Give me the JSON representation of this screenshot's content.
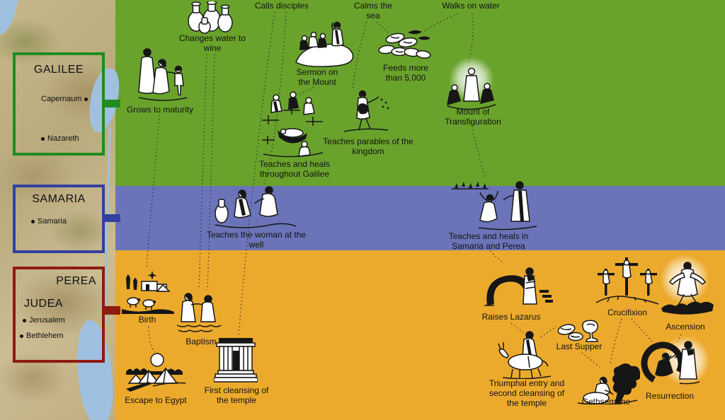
{
  "map": {
    "galilee": {
      "title": "GALILEE",
      "capernaum": "Capernaum",
      "nazareth": "Nazareth"
    },
    "samaria": {
      "title": "SAMARIA",
      "samaria_city": "Samaria"
    },
    "judea": {
      "perea": "PEREA",
      "judea": "JUDEA",
      "jerusalem": "Jerusalem",
      "bethlehem": "Bethlehem"
    }
  },
  "colors": {
    "galilee_band": "#6aa32c",
    "samaria_band": "#6b74b8",
    "judea_band": "#ecaa2d",
    "galilee_border": "#1f8c1f",
    "samaria_border": "#32419f",
    "judea_border": "#8e1b10",
    "water": "#9fc0de"
  },
  "events": [
    {
      "id": "changes-water-to-wine",
      "band": "galilee",
      "icon": "water-jars-icon",
      "label": "Changes water to wine"
    },
    {
      "id": "calls-disciples",
      "band": "galilee",
      "icon": "none",
      "label": "Calls disciples"
    },
    {
      "id": "calms-the-sea",
      "band": "galilee",
      "icon": "none",
      "label": "Calms the sea"
    },
    {
      "id": "walks-on-water",
      "band": "galilee",
      "icon": "none",
      "label": "Walks on water"
    },
    {
      "id": "sermon-on-the-mount",
      "band": "galilee",
      "icon": "sermon-mount-icon",
      "label": "Sermon on the Mount"
    },
    {
      "id": "feeds-more-than-5000",
      "band": "galilee",
      "icon": "loaves-fishes-icon",
      "label": "Feeds more than 5,000"
    },
    {
      "id": "mount-of-transfiguration",
      "band": "galilee",
      "icon": "transfiguration-icon",
      "label": "Mount of Transfiguration"
    },
    {
      "id": "grows-to-maturity",
      "band": "galilee",
      "icon": "holy-family-icon",
      "label": "Grows to maturity"
    },
    {
      "id": "teaches-heals-galilee",
      "band": "galilee",
      "icon": "roof-healing-icon",
      "label": "Teaches and heals throughout Galilee"
    },
    {
      "id": "teaches-parables",
      "band": "galilee",
      "icon": "sower-icon",
      "label": "Teaches parables of the kingdom"
    },
    {
      "id": "woman-at-the-well",
      "band": "samaria",
      "icon": "well-conversation-icon",
      "label": "Teaches the woman at the well"
    },
    {
      "id": "teaches-heals-samaria-perea",
      "band": "samaria",
      "icon": "healing-leper-icon",
      "label": "Teaches and heals in Samaria and Perea"
    },
    {
      "id": "birth",
      "band": "judea",
      "icon": "bethlehem-icon",
      "label": "Birth"
    },
    {
      "id": "baptism",
      "band": "judea",
      "icon": "baptism-icon",
      "label": "Baptism"
    },
    {
      "id": "escape-to-egypt",
      "band": "judea",
      "icon": "pyramids-icon",
      "label": "Escape to Egypt"
    },
    {
      "id": "first-cleansing",
      "band": "judea",
      "icon": "temple-icon",
      "label": "First cleansing of the temple"
    },
    {
      "id": "raises-lazarus",
      "band": "judea",
      "icon": "tomb-arch-icon",
      "label": "Raises Lazarus"
    },
    {
      "id": "last-supper",
      "band": "judea",
      "icon": "bread-cup-icon",
      "label": "Last Supper"
    },
    {
      "id": "crucifixion",
      "band": "judea",
      "icon": "three-crosses-icon",
      "label": "Crucifixion"
    },
    {
      "id": "ascension",
      "band": "judea",
      "icon": "ascension-icon",
      "label": "Ascension"
    },
    {
      "id": "triumphal-entry",
      "band": "judea",
      "icon": "donkey-rider-icon",
      "label": "Triumphal entry and second cleansing of the temple"
    },
    {
      "id": "gethsemane",
      "band": "judea",
      "icon": "praying-tree-icon",
      "label": "Gethsemane"
    },
    {
      "id": "resurrection",
      "band": "judea",
      "icon": "empty-tomb-icon",
      "label": "Resurrection"
    }
  ]
}
